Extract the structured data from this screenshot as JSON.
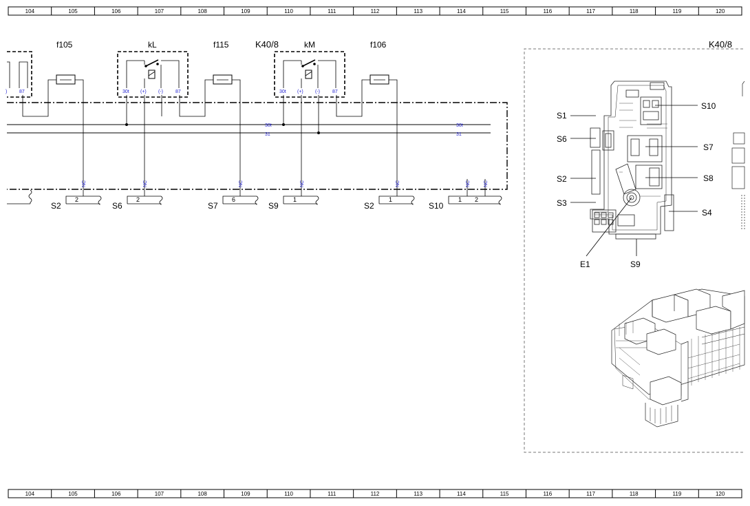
{
  "ruler": {
    "columns": [
      "104",
      "105",
      "106",
      "107",
      "108",
      "109",
      "110",
      "111",
      "112",
      "113",
      "114",
      "115",
      "116",
      "117",
      "118",
      "119",
      "120"
    ]
  },
  "fuses": {
    "f105": "f105",
    "f115": "f115",
    "f106": "f106"
  },
  "relays": {
    "kl": {
      "label": "kL",
      "pin_30t": "30t",
      "pin_plus": "(+)",
      "pin_minus": "(-)",
      "pin_87": "87"
    },
    "km": {
      "label": "kM",
      "pin_30t": "30t",
      "pin_plus": "(+)",
      "pin_minus": "(-)",
      "pin_87": "87"
    },
    "left_partial_pin": "87",
    "left_partial_paren": ")"
  },
  "module": {
    "label_main": "K40/8",
    "label_detail": "K40/8"
  },
  "bus": {
    "line_30t": "30t",
    "line_31": "31",
    "line_30t_right": "30t",
    "line_31_right": "31"
  },
  "connectors": {
    "nc": "NC",
    "c1": {
      "name": "S2",
      "pin": "2"
    },
    "c2": {
      "name": "S6",
      "pin": "2"
    },
    "c3": {
      "name": "S7",
      "pin": "6"
    },
    "c4": {
      "name": "S9",
      "pin": "1"
    },
    "c5": {
      "name": "S2",
      "pin": "1"
    },
    "c6": {
      "name": "S10",
      "pin_a": "1",
      "pin_b": "2"
    }
  },
  "detail": {
    "s1": "S1",
    "s6": "S6",
    "s2": "S2",
    "s3": "S3",
    "s10": "S10",
    "s7": "S7",
    "s8": "S8",
    "s4": "S4",
    "e1": "E1",
    "s9": "S9"
  },
  "colors": {
    "line": "#000000",
    "pin_label": "#1f1fd0",
    "dashed_frame": "#777777"
  }
}
